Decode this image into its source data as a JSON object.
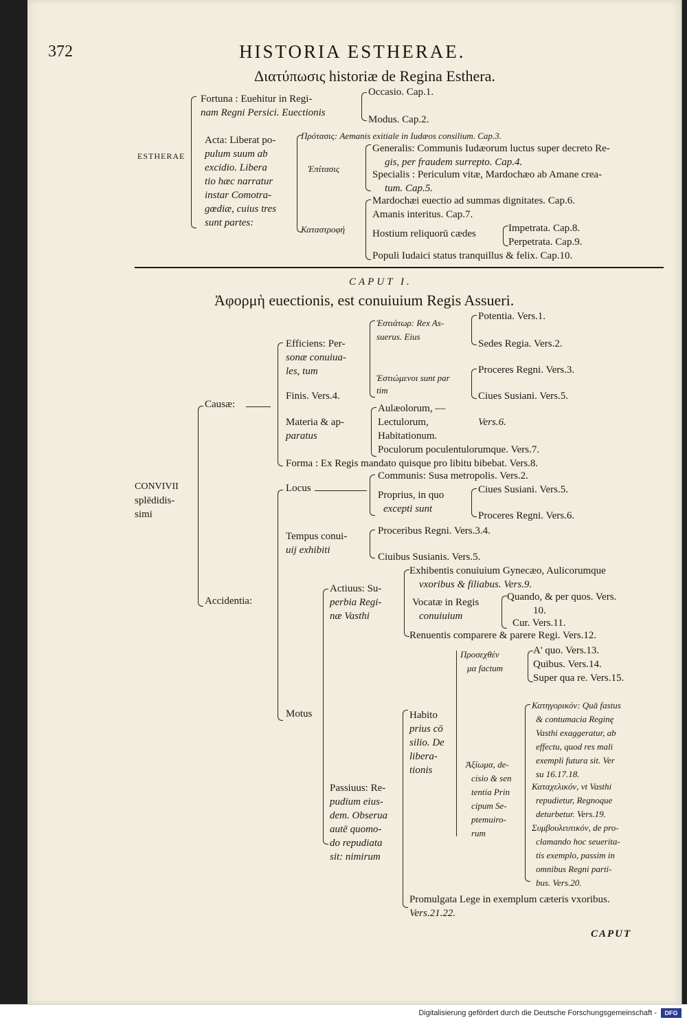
{
  "header": {
    "page_number": "372",
    "running_title": "HISTORIA ESTHERAE.",
    "subtitle": "Διατύπωσις historiæ de Regina Esthera."
  },
  "synopsis": {
    "root": "ESTHERAE",
    "fortuna": [
      "Fortuna : Euehitur in Regi-",
      "nam Regni Persici. Euectionis"
    ],
    "occasio": "Occasio. Cap.1.",
    "modus": "Modus. Cap.2.",
    "acta": [
      "Acta: Liberat po-",
      "pulum suum ab",
      "excidio. Libera",
      "tio hæc narratur",
      "instar Comotra-",
      "gœdiæ, cuius tres",
      "sunt partes:"
    ],
    "protasis": "Πρότασις: Aemanis exitiale in Iudæos consilium. Cap.3.",
    "epitasis": "Ἐπίτασις",
    "generalis": [
      "Generalis: Communis Iudæorum luctus super decreto Re-",
      "gis, per fraudem surrepto. Cap.4."
    ],
    "specialis": [
      "Specialis : Periculum vitæ, Mardochæo ab Amane crea-",
      "tum. Cap.5."
    ],
    "catastrophe": "Καταστροφή",
    "mardochaei": "Mardochæi euectio ad summas dignitates. Cap.6.",
    "amanis": "Amanis interitus. Cap.7.",
    "hostium": "Hostium reliquorū cædes",
    "impetrata": "Impetrata. Cap.8.",
    "perpetrata": "Perpetrata. Cap.9.",
    "populi": "Populi Iudaici status tranquillus & felix. Cap.10."
  },
  "caput": {
    "heading": "CAPUT I.",
    "title": "Ἀφορμὴ euectionis, est conuiuium Regis Assueri.",
    "root": [
      "CONVIVII",
      "splēdidis-",
      "simi"
    ],
    "causae": "Causæ:",
    "efficiens": [
      "Efficiens: Per-",
      "sonæ conuiua-",
      "les, tum"
    ],
    "epulator": [
      "Ἐστιάτωρ: Rex As-",
      "suerus. Eius"
    ],
    "potentia": "Potentia. Vers.1.",
    "sedes": "Sedes Regia. Vers.2.",
    "epulones": [
      "Ἑστιώμενοι sunt par",
      "tim"
    ],
    "proceres_regni": "Proceres Regni. Vers.3.",
    "ciues_susiani": "Ciues Susiani. Vers.5.",
    "finis": "Finis. Vers.4.",
    "materia": [
      "Materia & ap-",
      "paratus"
    ],
    "aulaeolorum": "Aulæolorum, —",
    "lectulorum": "Lectulorum,",
    "habitationum": "Habitationum.",
    "vers6_a": "Vers.6.",
    "poculorum": "Poculorum poculentulorumque. Vers.7.",
    "forma": "Forma : Ex Regis mandato quisque pro libitu bibebat. Vers.8.",
    "accidentia": "Accidentia:",
    "locus": "Locus",
    "communis": "Communis: Susa metropolis. Vers.2.",
    "proprius": [
      "Proprius, in quo",
      "excepti sunt"
    ],
    "ciues_susiani_2": "Ciues Susiani. Vers.5.",
    "proceres_regni_2": "Proceres Regni. Vers.6.",
    "tempus": [
      "Tempus conui-",
      "uij exhibiti"
    ],
    "proceribus": "Proceribus Regni. Vers.3.4.",
    "ciuibus": "Ciuibus Susianis. Vers.5.",
    "motus": "Motus",
    "actiuus": [
      "Actiuus: Su-",
      "perbia Regi-",
      "næ Vasthi"
    ],
    "exhibentis": [
      "Exhibentis conuiuium Gynecæo, Aulicorumque",
      "vxoribus & filiabus. Vers.9."
    ],
    "vocatae": [
      "Vocatæ in Regis",
      "conuiuium"
    ],
    "quando": [
      "Quando, & per quos. Vers.",
      "10."
    ],
    "cur": "Cur. Vers.11.",
    "renuentis": "Renuentis comparere & parere Regi. Vers.12.",
    "prosechthen": [
      "Προσεχθέν",
      "μα factum"
    ],
    "a_quo": "A' quo. Vers.13.",
    "quibus": "Quibus. Vers.14.",
    "super_qua": "Super qua re. Vers.15.",
    "passiuus": [
      "Passiuus: Re-",
      "pudium eius-",
      "dem. Obserua",
      "autē quomo-",
      "do repudiata",
      "sit: nimirum"
    ],
    "habito": [
      "Habito",
      "prius cō",
      "silio. De",
      "libera-",
      "tionis"
    ],
    "axioma": [
      "Ἀξίωμα, de-",
      "cisio & sen",
      "tentia Prin",
      "cipum Se-",
      "ptemuiro-",
      "rum"
    ],
    "kategoreikon": [
      "Κατηγορικόν: Quā fastus",
      "& contumacia Reginę",
      "Vasthi exaggeratur, ab",
      "effectu, quod res mali",
      "exempli futura sit. Ver",
      "su 16.17.18."
    ],
    "katachelikon": [
      "Καταχελικόν, vt Vasthi",
      "repudietur, Regnoque",
      "deturbetur. Vers.19."
    ],
    "symbouleutikon": [
      "Συμβουλευτικόν, de pro-",
      "clamando hoc seuerita-",
      "tis exemplo, passim in",
      "omnibus Regni parti-",
      "bus. Vers.20."
    ],
    "promulgata": [
      "Promulgata Lege in exemplum cæteris vxoribus.",
      "Vers.21.22."
    ],
    "catchword": "CAPUT"
  },
  "footer": {
    "text": "Digitalisierung gefördert durch die Deutsche Forschungsgemeinschaft -",
    "logo": "DFG"
  }
}
